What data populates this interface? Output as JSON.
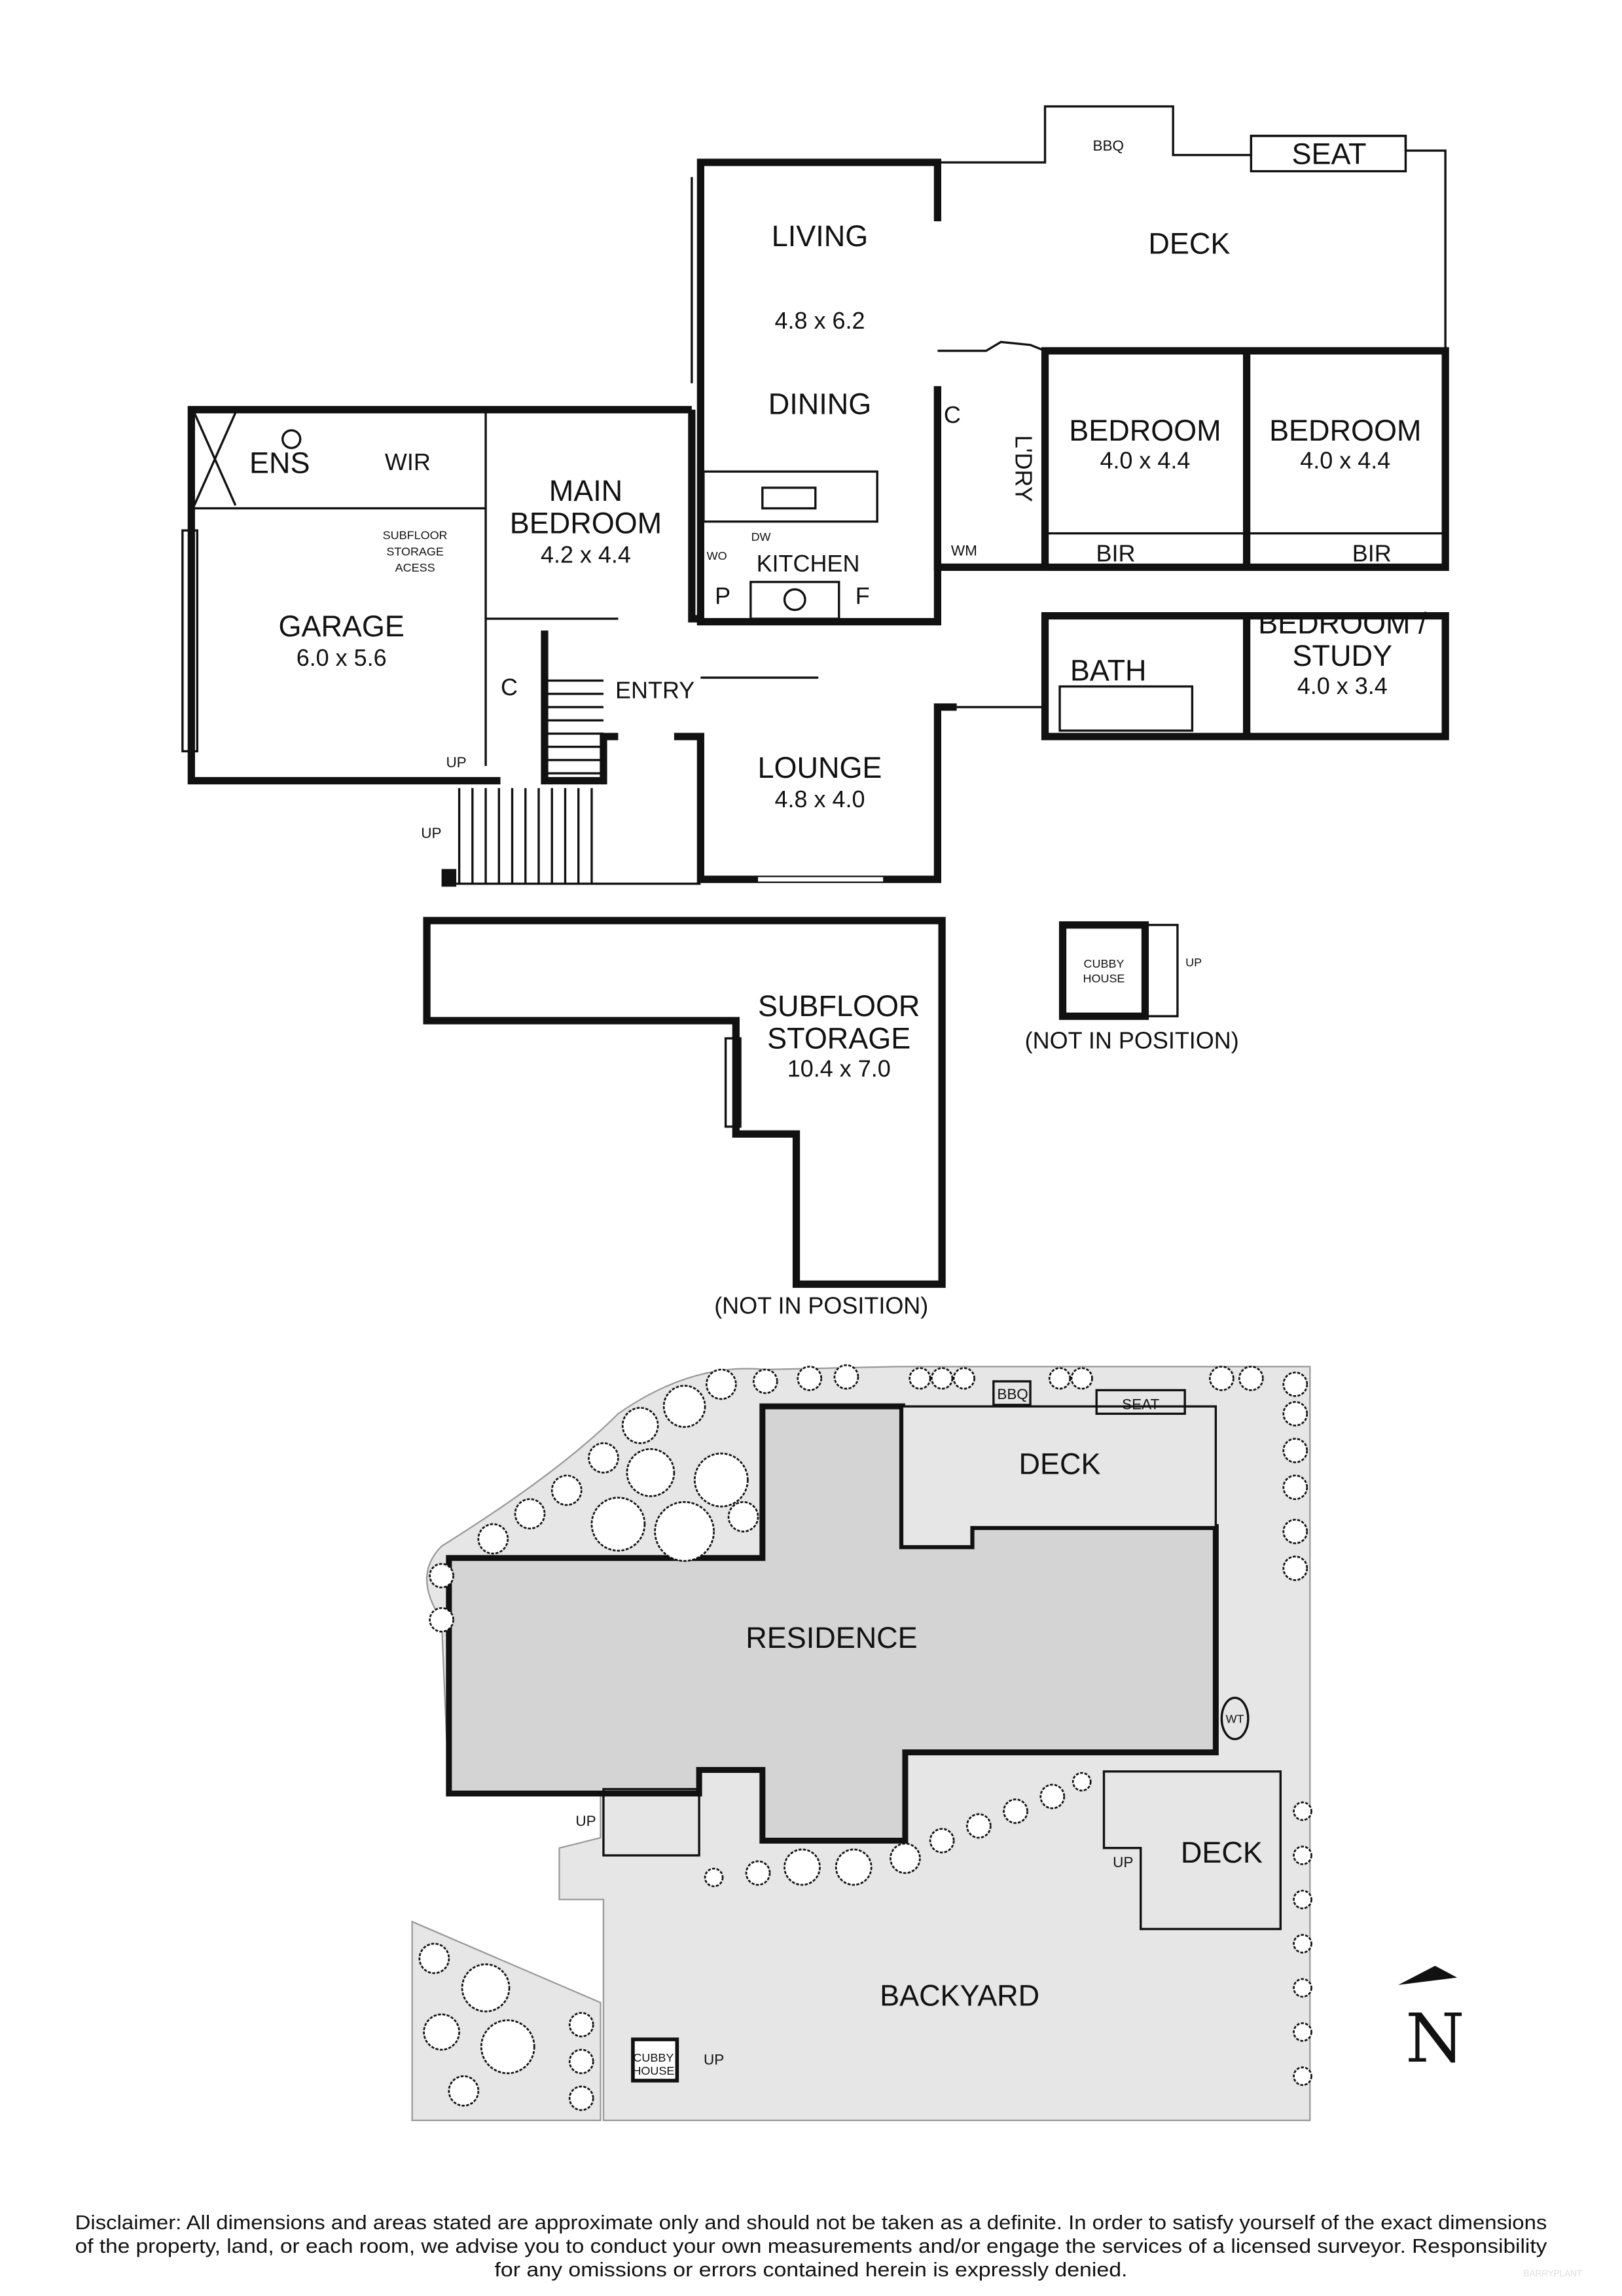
{
  "upper_floor": {
    "rooms": {
      "living": {
        "name": "LIVING",
        "dims": "4.8 x 6.2"
      },
      "dining": {
        "name": "DINING"
      },
      "deck": {
        "name": "DECK"
      },
      "bbq": "BBQ",
      "seat": "SEAT",
      "ens": "ENS",
      "wir": "WIR",
      "main_bedroom": {
        "name_line1": "MAIN",
        "name_line2": "BEDROOM",
        "dims": "4.2 x 4.4"
      },
      "subfloor_access": [
        "SUBFLOOR",
        "STORAGE",
        "ACESS"
      ],
      "garage": {
        "name": "GARAGE",
        "dims": "6.0 x 5.6"
      },
      "kitchen": "KITCHEN",
      "dw": "DW",
      "wo": "WO",
      "pantry": "P",
      "fridge": "F",
      "cupboard_entry": "C",
      "entry": "ENTRY",
      "lounge": {
        "name": "LOUNGE",
        "dims": "4.8 x 4.0"
      },
      "cupboard_laundry": "C",
      "laundry": "L'DRY",
      "wm": "WM",
      "bedroom1": {
        "name": "BEDROOM",
        "dims": "4.0 x 4.4",
        "bir": "BIR"
      },
      "bedroom2": {
        "name": "BEDROOM",
        "dims": "4.0 x 4.4",
        "bir": "BIR"
      },
      "bath": "BATH",
      "bedroom_study": {
        "name_line1": "BEDROOM /",
        "name_line2": "STUDY",
        "dims": "4.0 x 3.4"
      },
      "up1": "UP",
      "up2": "UP"
    }
  },
  "subfloor": {
    "name_line1": "SUBFLOOR",
    "name_line2": "STORAGE",
    "dims": "10.4 x 7.0",
    "note": "(NOT IN POSITION)"
  },
  "cubby": {
    "name_line1": "CUBBY",
    "name_line2": "HOUSE",
    "up": "UP",
    "note": "(NOT IN POSITION)"
  },
  "site_plan": {
    "bbq": "BBQ",
    "seat": "SEAT",
    "deck_top": "DECK",
    "residence": "RESIDENCE",
    "wt": "WT",
    "deck_right": "DECK",
    "up_right": "UP",
    "up_left": "UP",
    "backyard": "BACKYARD",
    "cubby_line1": "CUBBY",
    "cubby_line2": "HOUSE",
    "cubby_up": "UP"
  },
  "north_arrow": "N",
  "disclaimer": [
    "Disclaimer: All dimensions and areas stated are approximate only and should not be taken as a definite. In order to satisfy yourself of the exact dimensions",
    "of the property, land, or each room, we advise you to conduct your own measurements and/or engage the services of a licensed surveyor. Responsibility",
    "for any omissions or errors contained herein is expressly denied."
  ],
  "watermark": "BARRYPLANT",
  "colors": {
    "wall": "#111111",
    "site_fill": "#e6e6e6",
    "building_fill": "#d4d4d4"
  }
}
